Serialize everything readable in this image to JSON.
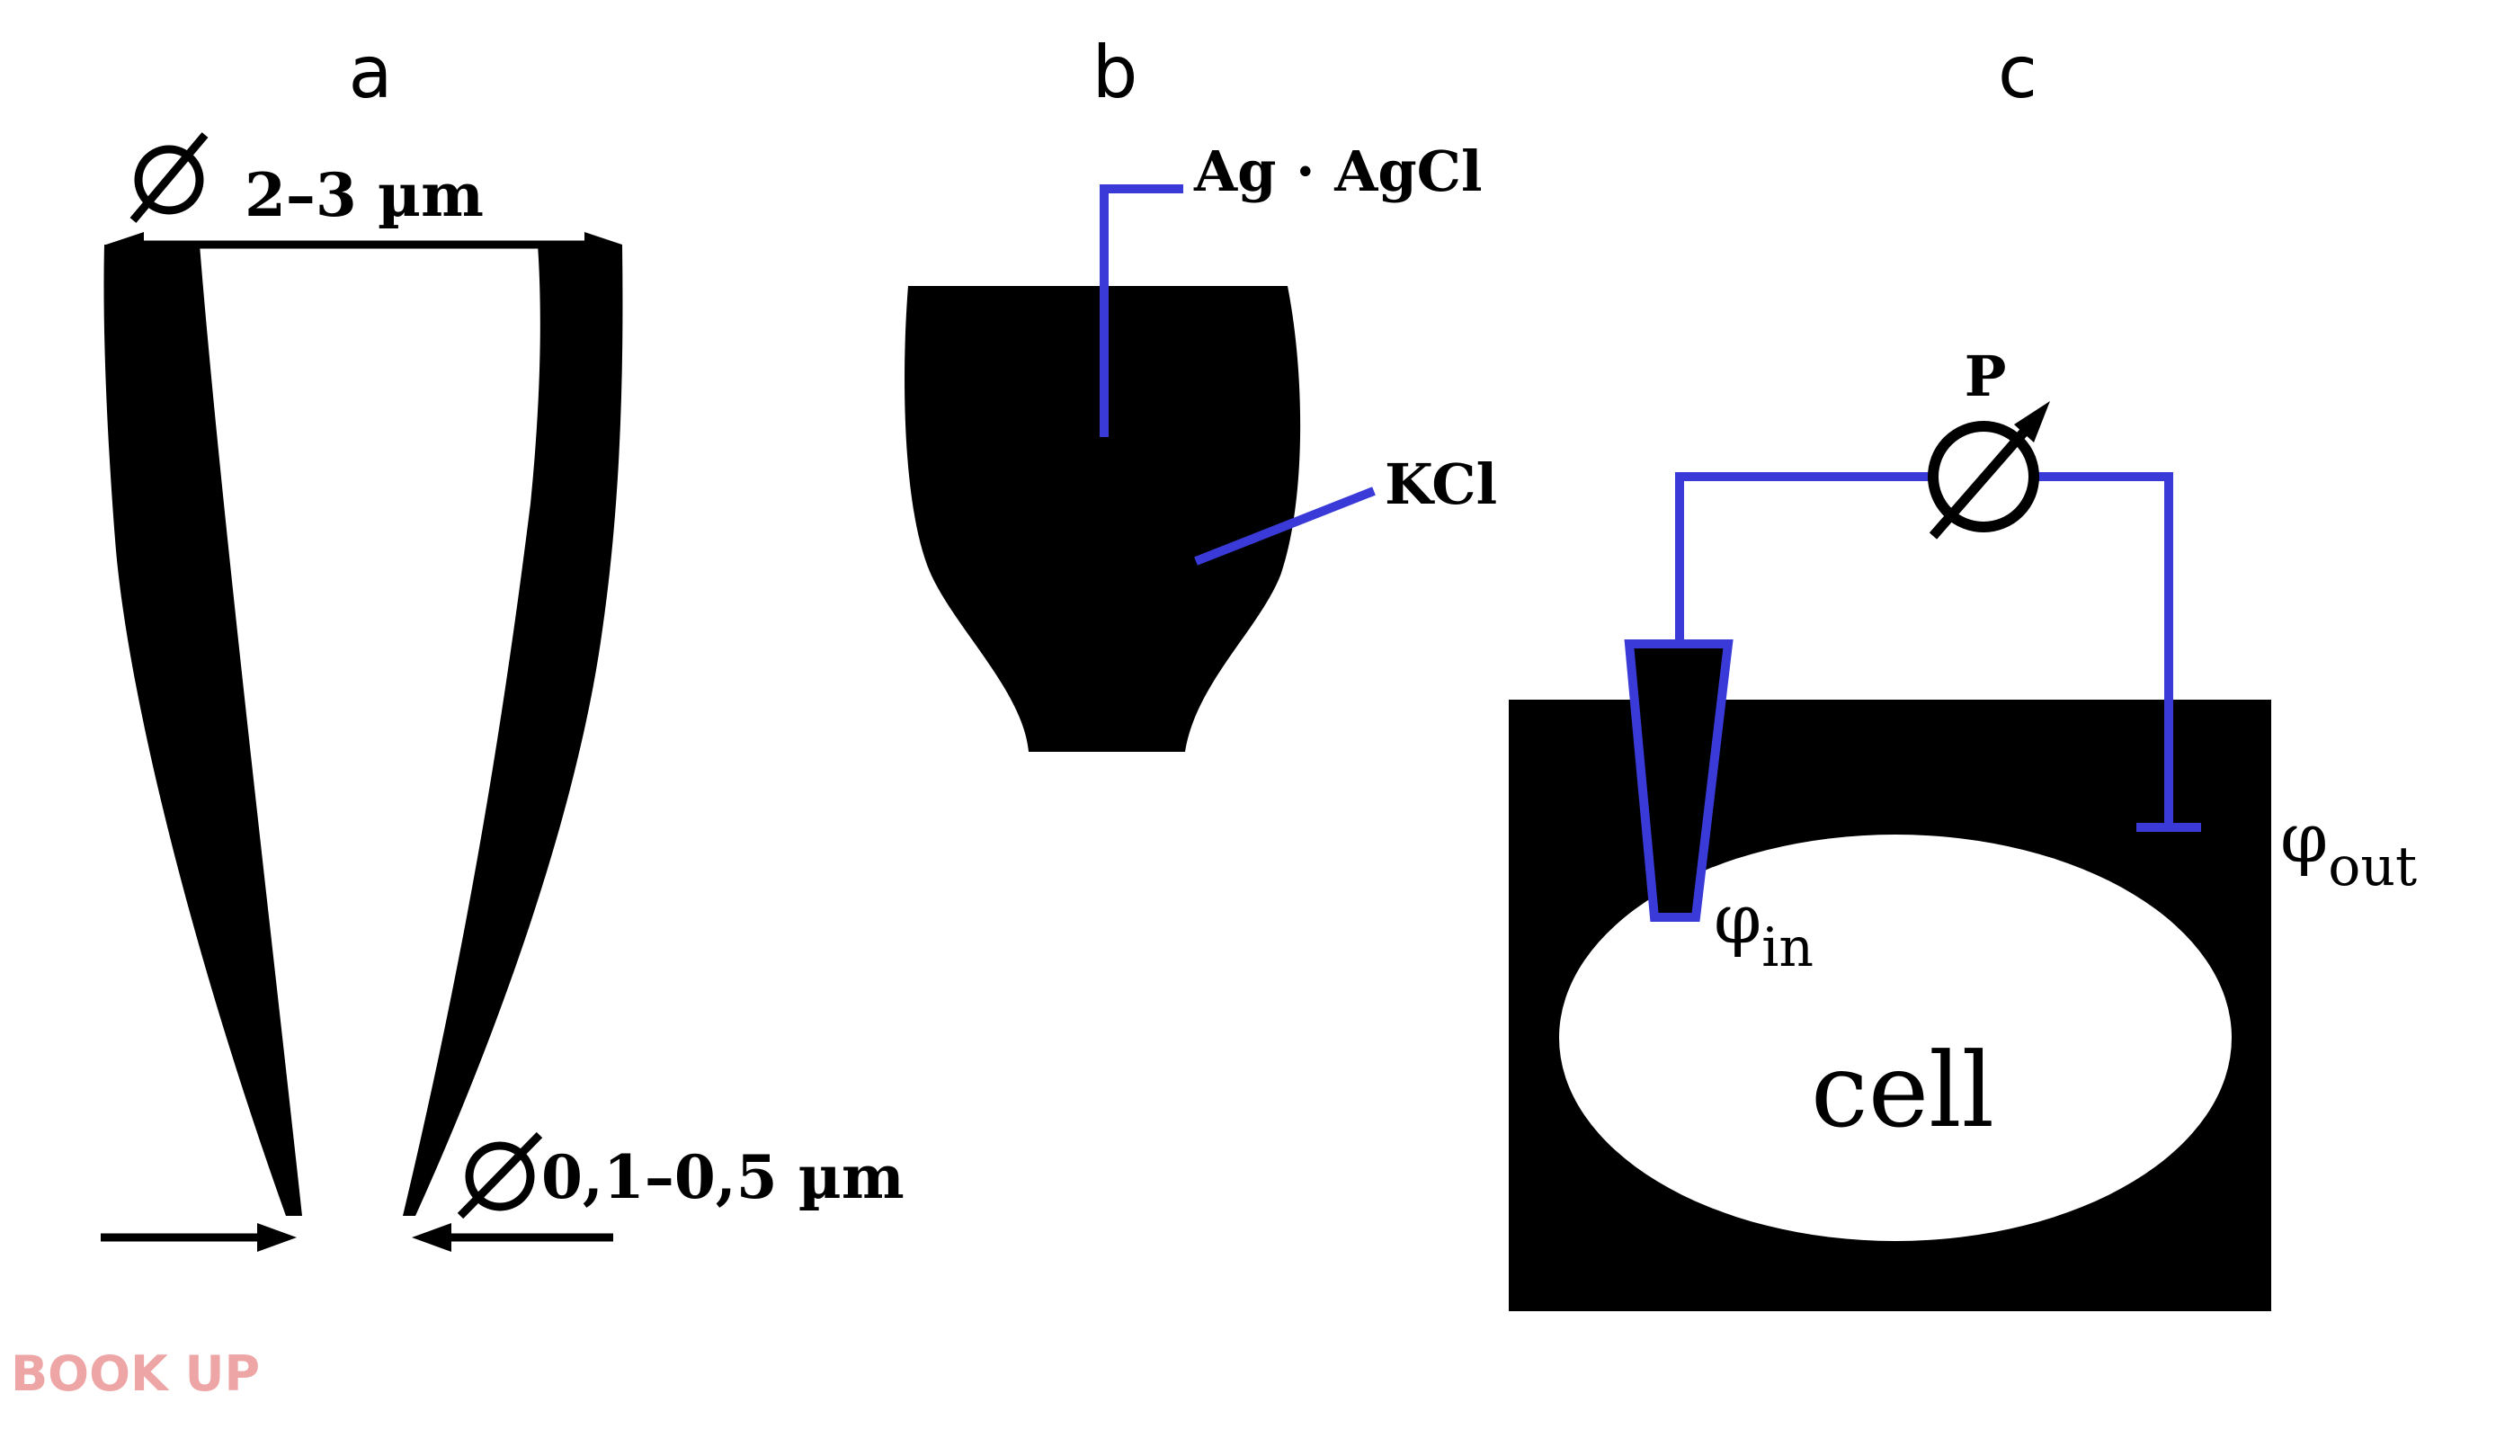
{
  "panels": {
    "a": {
      "label": "a",
      "top_dimension": "2–3 µm",
      "tip_dimension": "0,1–0,5 µm"
    },
    "b": {
      "label": "b",
      "electrode_label": "Ag · AgCl",
      "solution_label": "KCl"
    },
    "c": {
      "label": "c",
      "meter_label": "P",
      "phi_in": {
        "symbol": "φ",
        "subscript": "in"
      },
      "phi_out": {
        "symbol": "φ",
        "subscript": "out"
      },
      "cell_label": "cell"
    }
  },
  "logo_text": "BOOK UP",
  "colors": {
    "ink": "#000000",
    "wire": "#3a3ad8",
    "logo": "#e88888"
  }
}
